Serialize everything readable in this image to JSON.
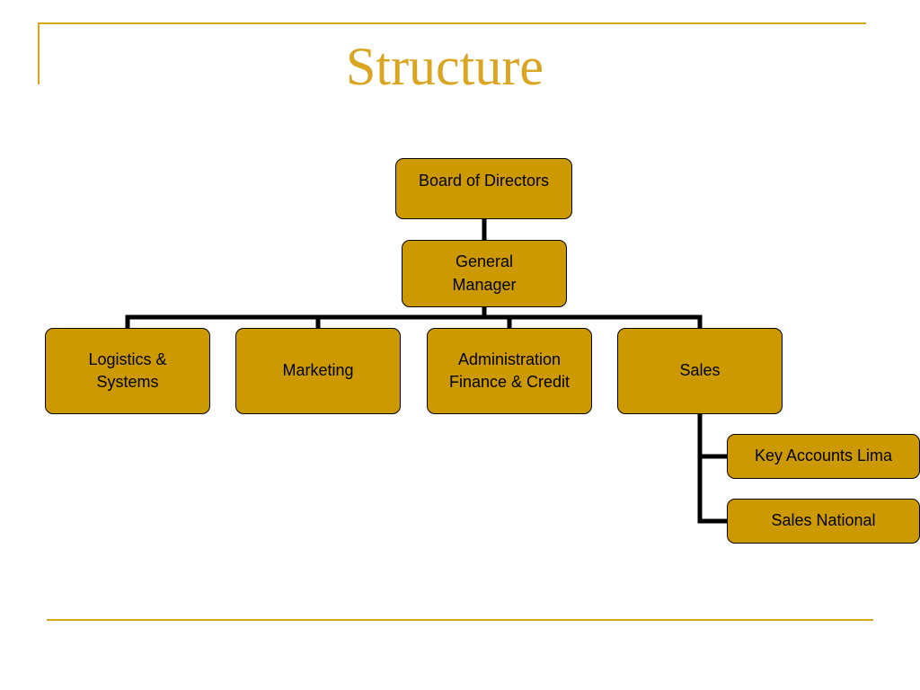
{
  "slide": {
    "title": "Structure"
  },
  "org_chart": {
    "board": "Board of Directors",
    "general_manager": "General Manager",
    "departments": [
      "Logistics & Systems",
      "Marketing",
      "Administration Finance & Credit",
      "Sales"
    ],
    "sales_subunits": [
      "Key Accounts Lima",
      "Sales National"
    ]
  },
  "colors": {
    "accent": "#DAA520",
    "node_fill": "#CC9900",
    "node_border": "#000000",
    "connector": "#000000"
  }
}
